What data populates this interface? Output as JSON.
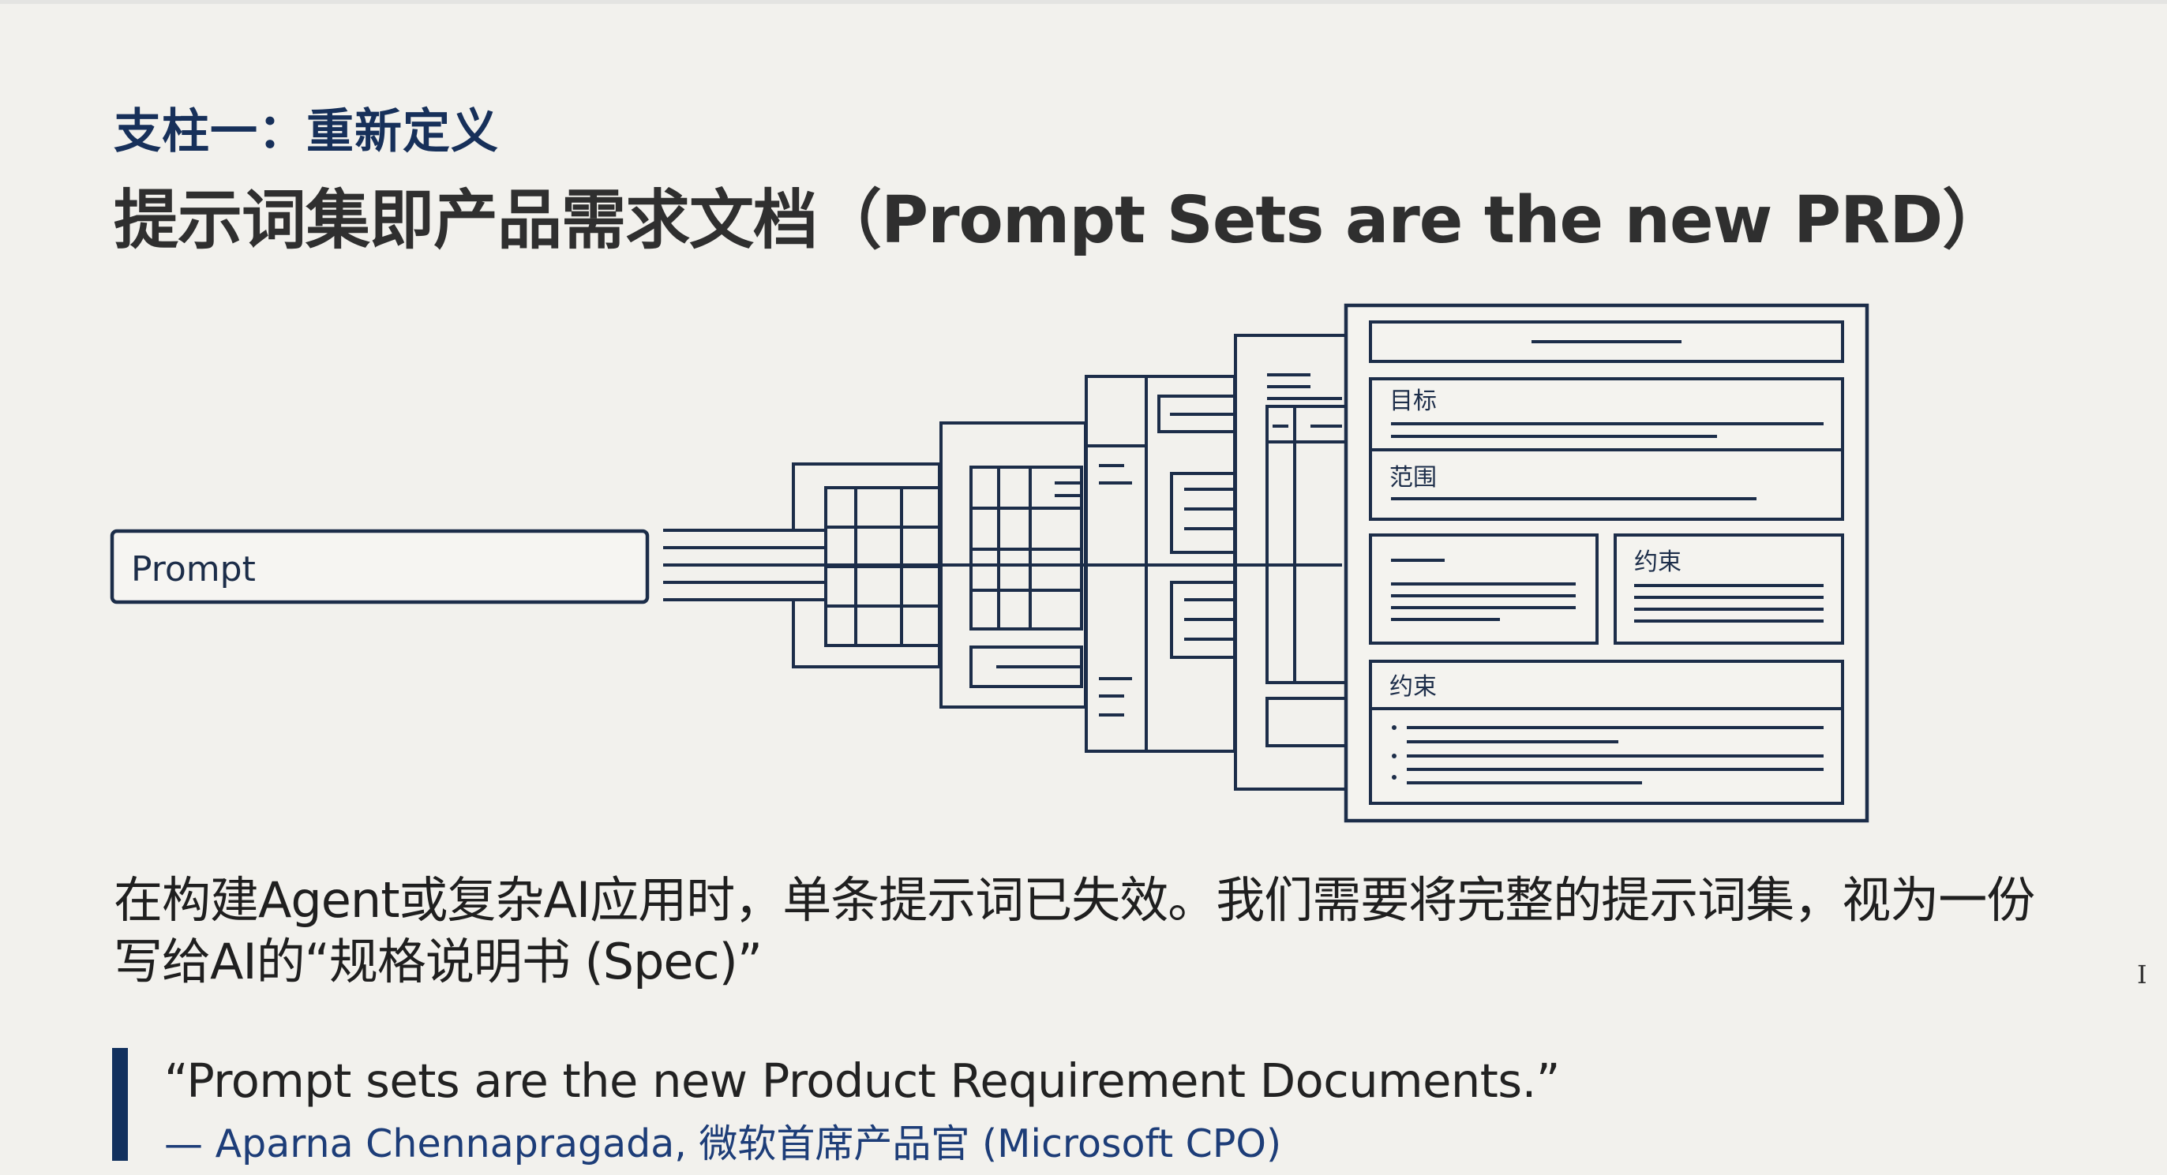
{
  "slide": {
    "eyebrow": "支柱一：重新定义",
    "headline": "提示词集即产品需求文档（Prompt Sets are the new PRD）",
    "body": "在构建Agent或复杂AI应用时，单条提示词已失效。我们需要将完整的提示词集，视为一份写给AI的“规格说明书 (Spec)”"
  },
  "diagram": {
    "prompt_box_label": "Prompt",
    "doc_section_goal": "目标",
    "doc_section_scope": "范围",
    "doc_section_constraint_right": "约束",
    "doc_section_constraint_bottom": "约束"
  },
  "quote": {
    "text": "“Prompt sets are the new Product Requirement Documents.”",
    "author": "— Aparna Chennapragada, 微软首席产品官 (Microsoft CPO)"
  },
  "icons": {
    "cursor": "text-cursor-icon"
  },
  "colors": {
    "background": "#f2f1ed",
    "navy": "#17305a",
    "line": "#1c2d49",
    "author": "#1d3d78"
  }
}
